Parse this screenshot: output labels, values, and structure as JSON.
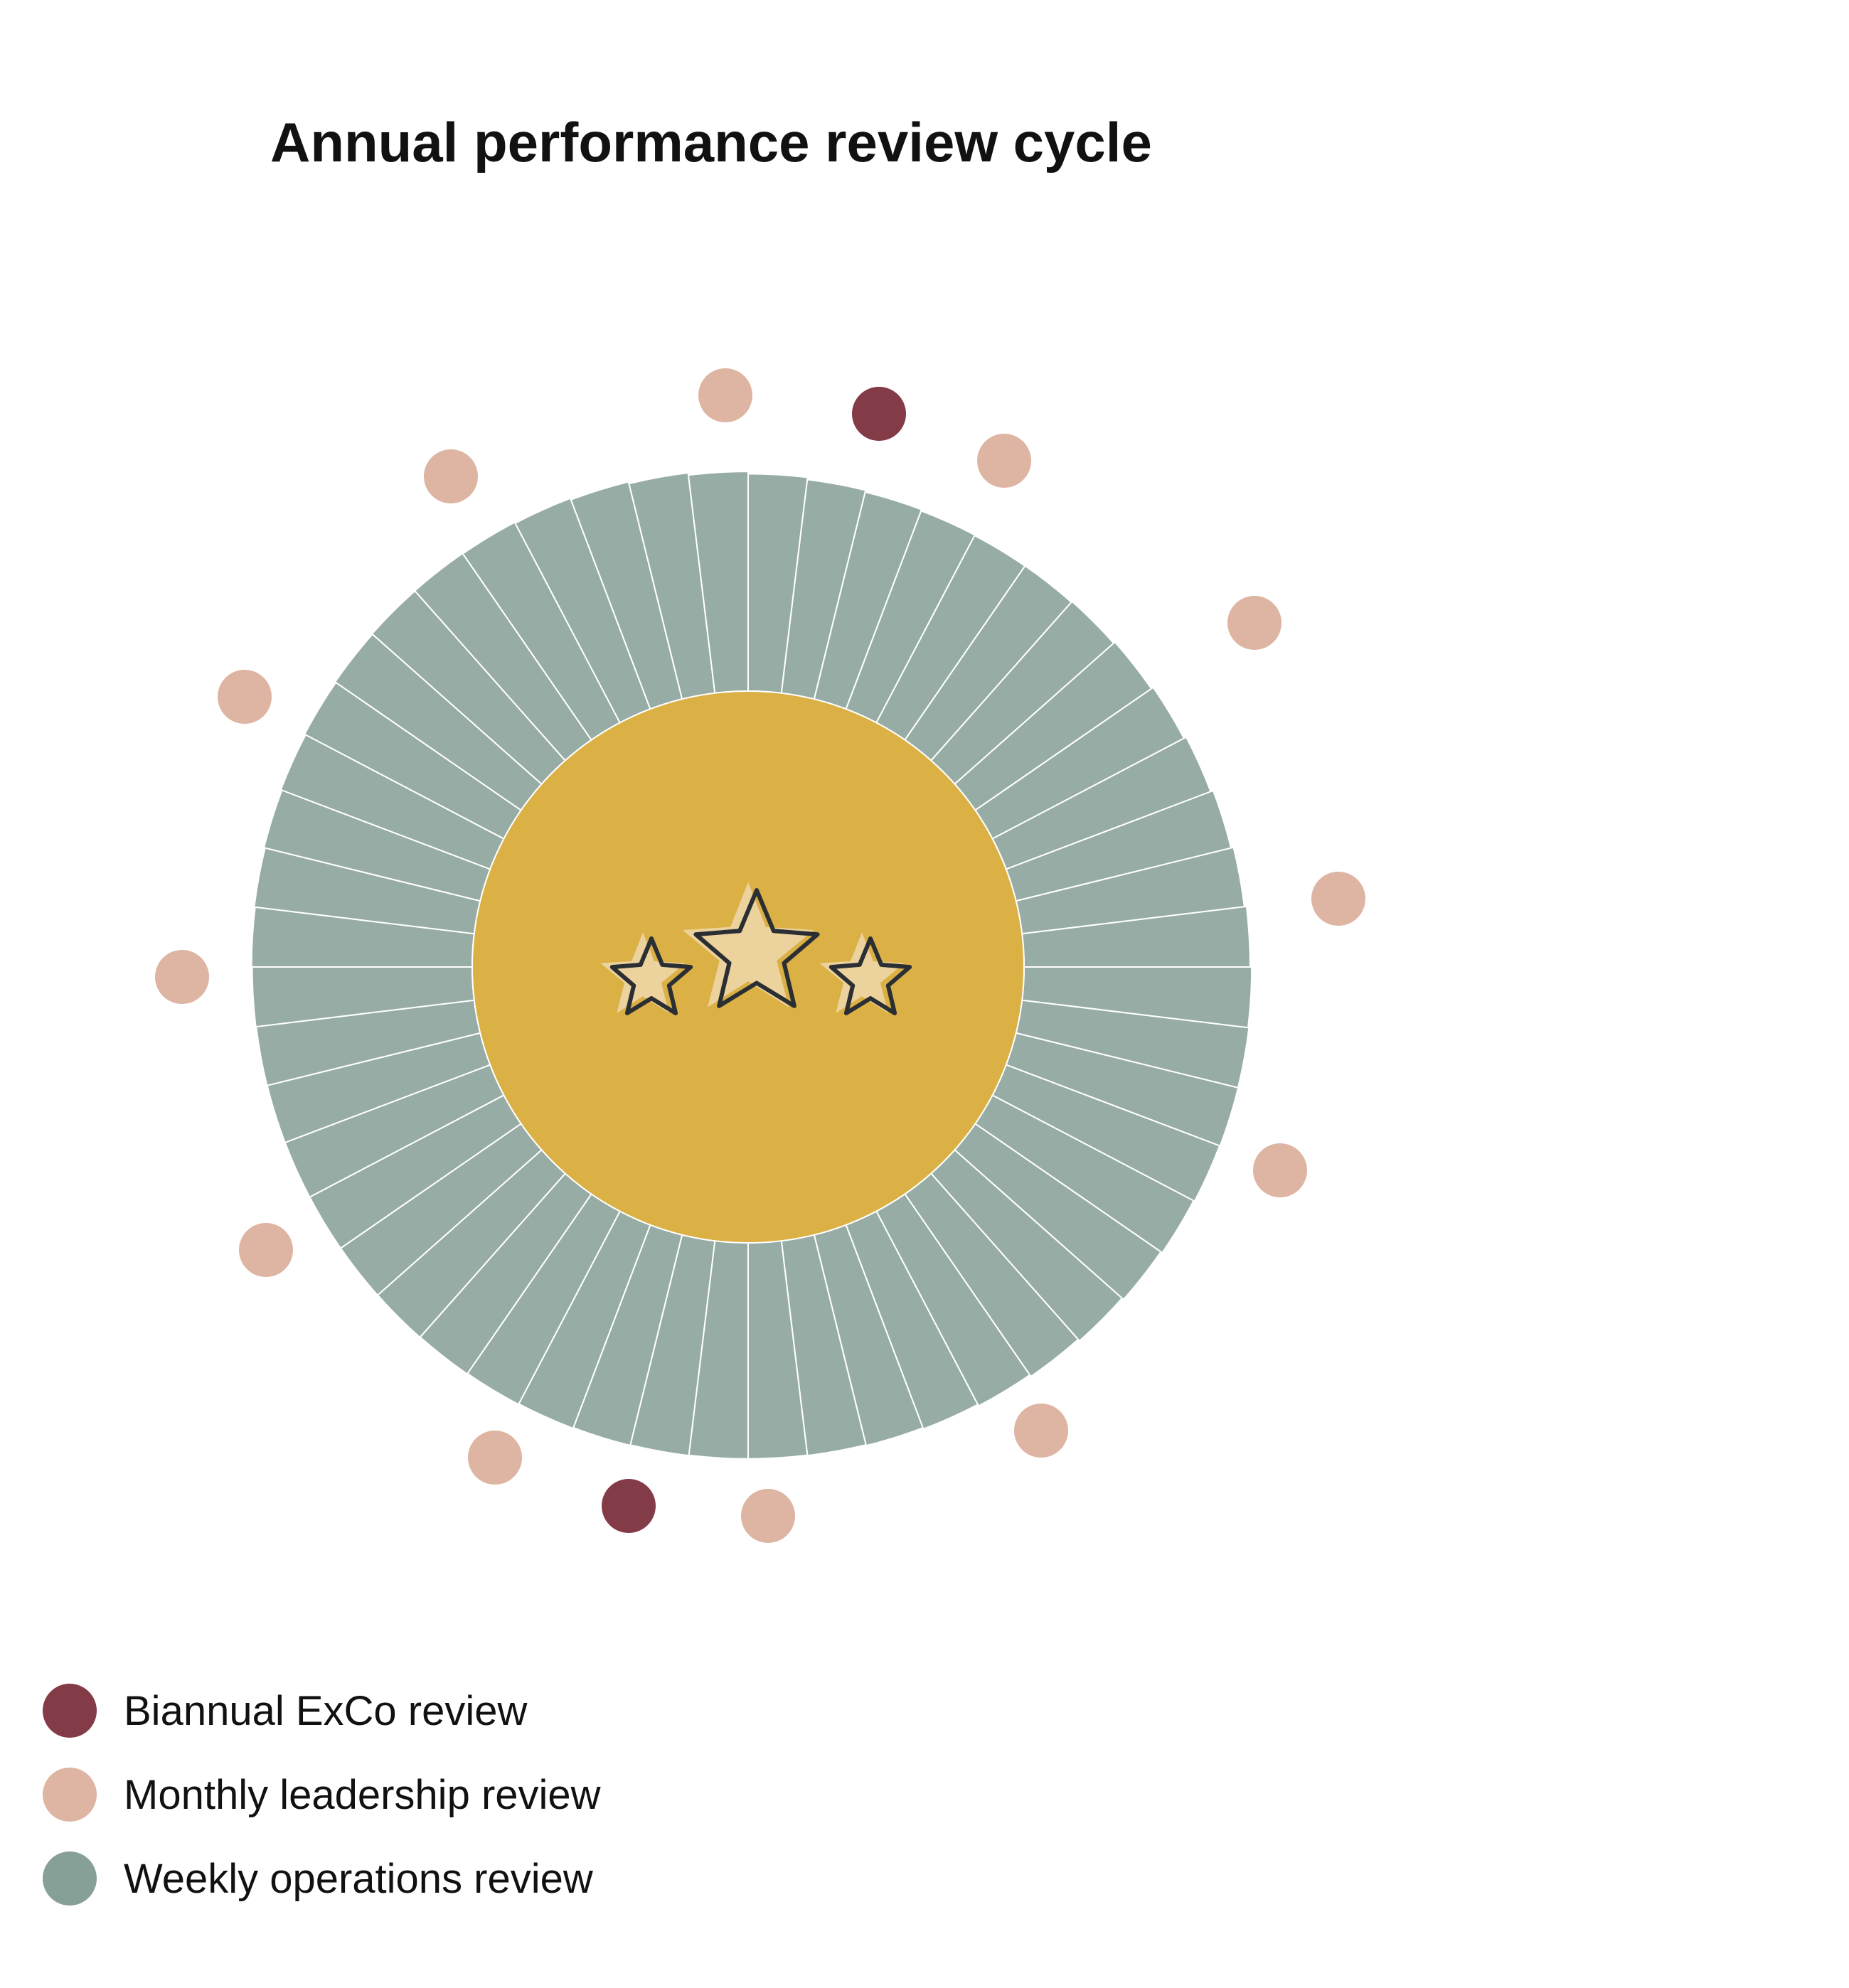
{
  "title": "Annual performance review cycle",
  "colors": {
    "exco": "#843b48",
    "monthly": "#deb4a2",
    "weekly_ring": "#96aca5",
    "weekly_legend": "#86a097",
    "center": "#dbb146",
    "star_fill": "#ecd29c",
    "star_stroke": "#2b2f33"
  },
  "chart_data": {
    "type": "radial-cycle",
    "weekly_segments": 52,
    "monthly_markers": 12,
    "biannual_markers": 2,
    "center_icon": "three-stars-icon"
  },
  "legend": [
    {
      "key": "exco",
      "label": "Biannual ExCo review",
      "icon": "dark-red-dot"
    },
    {
      "key": "monthly",
      "label": "Monthly leadership review",
      "icon": "pink-dot"
    },
    {
      "key": "weekly",
      "label": "Weekly operations review",
      "icon": "sage-dot"
    }
  ]
}
